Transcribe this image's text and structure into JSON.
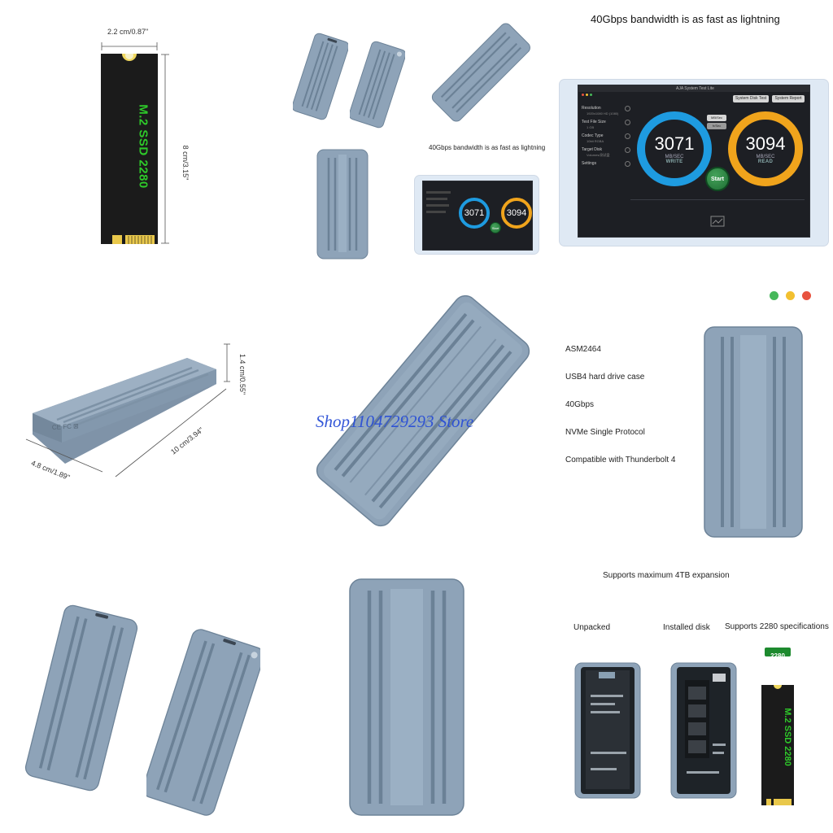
{
  "ssd_diagram": {
    "width_label": "2.2 cm/0.87\"",
    "length_label": "8 cm/3.15\"",
    "ssd_label": "M.2 SSD 2280"
  },
  "small_monitor": {
    "caption": "40Gbps bandwidth is as fast as lightning"
  },
  "large_monitor": {
    "caption": "40Gbps bandwidth is as fast as lightning",
    "app_title": "AJA System Test Lite",
    "btn_disk_test": "System Disk Test",
    "btn_report": "System Report",
    "pill_unit": "MB/Sec",
    "pill_fps": "fr/Sec",
    "write_value": "3071",
    "write_unit": "MB/SEC",
    "write_label": "WRITE",
    "read_value": "3094",
    "read_unit": "MB/SEC",
    "read_label": "READ",
    "start_label": "Start",
    "side": [
      {
        "label": "Resolution",
        "value": "1920x1080 HD (1080)"
      },
      {
        "label": "Test File Size",
        "value": "1 GB"
      },
      {
        "label": "Codec Type",
        "value": "10bit RGBA"
      },
      {
        "label": "Target Disk",
        "value": "Volumes/测试盘"
      },
      {
        "label": "Settings",
        "value": ""
      }
    ],
    "colors": {
      "write": "#1e9be0",
      "read": "#f0a41c",
      "start": "#2f8a45"
    }
  },
  "dimensions": {
    "height_label": "1.4 cm/0.55\"",
    "length_label": "10 cm/3.94\"",
    "width_label": "4.8 cm/1.89\""
  },
  "watermark": "Shop1104729293 Store",
  "color_dots": [
    "#46b85a",
    "#f2c030",
    "#e8533f"
  ],
  "features": [
    "ASM2464",
    "USB4 hard drive case",
    "40Gbps",
    "NVMe Single Protocol",
    "Compatible with Thunderbolt 4"
  ],
  "expansion": {
    "title": "Supports maximum 4TB expansion",
    "unpacked": "Unpacked",
    "installed": "Installed disk",
    "spec": "Supports 2280 specifications",
    "badge": "2280",
    "ssd_label": "M.2 SSD 2280"
  },
  "enclosure_color": "#8ea3b8"
}
